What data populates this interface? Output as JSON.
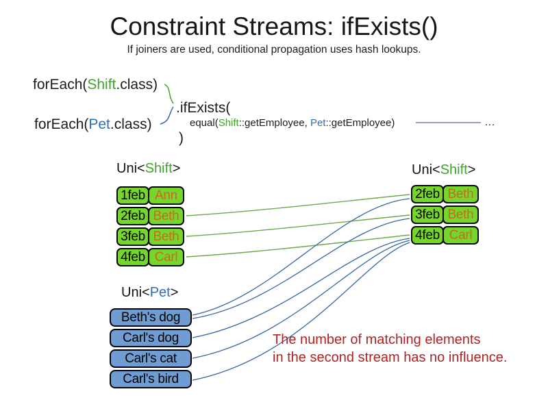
{
  "slide": {
    "title": "Constraint Streams: ifExists()",
    "subtitle": "If joiners are used, conditional propagation uses hash lookups."
  },
  "code": {
    "foreach_shift": {
      "prefix": "forEach(",
      "type": "Shift",
      "suffix": ".class)"
    },
    "foreach_pet": {
      "prefix": "forEach(",
      "type": "Pet",
      "suffix": ".class)"
    },
    "if_exists_open": ".ifExists(",
    "joiner": {
      "prefix": "equal(",
      "left_type": "Shift",
      "left_rest": "::getEmployee, ",
      "right_type": "Pet",
      "right_rest": "::getEmployee)"
    },
    "if_exists_close": ")",
    "ellipsis": "…"
  },
  "left_shift_stream": {
    "label_prefix": "Uni<",
    "label_type": "Shift",
    "label_suffix": ">",
    "rows": [
      {
        "date": "1feb",
        "employee": "Ann"
      },
      {
        "date": "2feb",
        "employee": "Beth"
      },
      {
        "date": "3feb",
        "employee": "Beth"
      },
      {
        "date": "4feb",
        "employee": "Carl"
      }
    ]
  },
  "right_shift_stream": {
    "label_prefix": "Uni<",
    "label_type": "Shift",
    "label_suffix": ">",
    "rows": [
      {
        "date": "2feb",
        "employee": "Beth"
      },
      {
        "date": "3feb",
        "employee": "Beth"
      },
      {
        "date": "4feb",
        "employee": "Carl"
      }
    ]
  },
  "pet_stream": {
    "label_prefix": "Uni<",
    "label_type": "Pet",
    "label_suffix": ">",
    "rows": [
      {
        "name": "Beth's dog"
      },
      {
        "name": "Carl's dog"
      },
      {
        "name": "Carl's cat"
      },
      {
        "name": "Carl's bird"
      }
    ]
  },
  "note": {
    "line1": "The number of matching elements",
    "line2": "in the second stream has no influence."
  },
  "colors": {
    "shift_type_green": "#3fa32a",
    "pet_type_blue": "#2e6fb7",
    "shift_box_green": "#77d62e",
    "pet_box_blue": "#6f9cd1",
    "employee_orange": "#c96a1e",
    "match_line_green": "#6aa84c",
    "match_line_blue": "#3465a4",
    "joiner_line_purple": "#6e5a8e",
    "note_red": "#b22222"
  }
}
